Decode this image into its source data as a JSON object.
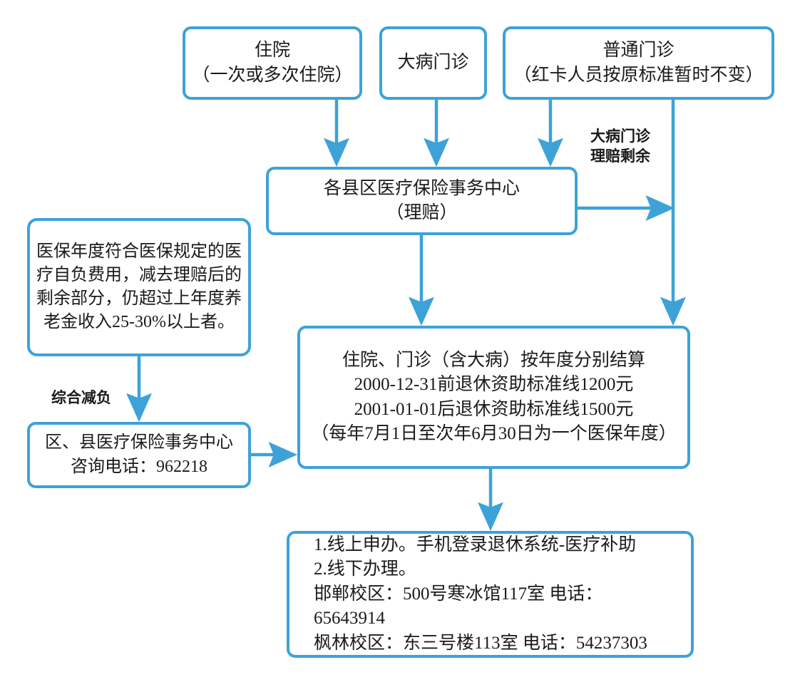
{
  "theme": {
    "box_border": "#3da2d8",
    "arrow": "#3da2d8",
    "text": "#1a1a1a",
    "background": "#ffffff"
  },
  "nodes": {
    "inpatient": {
      "text": "住院\n（一次或多次住院）"
    },
    "major_outpatient": {
      "text": "大病门诊"
    },
    "general_outpatient": {
      "text": "普通门诊\n（红卡人员按原标准暂时不变）"
    },
    "county_center": {
      "text": "各县区医疗保险事务中心\n（理赔）"
    },
    "criteria": {
      "text": "医保年度符合医保规定的医疗自负费用，减去理赔后的剩余部分，仍超过上年度养老金收入25-30%以上者。"
    },
    "district_center": {
      "text": "区、县医疗保险事务中心\n咨询电话：962218"
    },
    "settlement": {
      "text": "住院、门诊（含大病）按年度分别结算\n2000-12-31前退休资助标准线1200元\n2001-01-01后退休资助标准线1500元\n（每年7月1日至次年6月30日为一个医保年度）"
    },
    "how_to_apply": {
      "text": "1.线上申办。手机登录退休系统-医疗补助\n2.线下办理。\n   邯郸校区：500号寒冰馆117室   电话：65643914\n   枫林校区：东三号楼113室   电话：54237303"
    }
  },
  "edge_labels": {
    "major_outpatient_residual": "大病门诊\n理赔剩余",
    "comprehensive_relief": "综合减负"
  }
}
